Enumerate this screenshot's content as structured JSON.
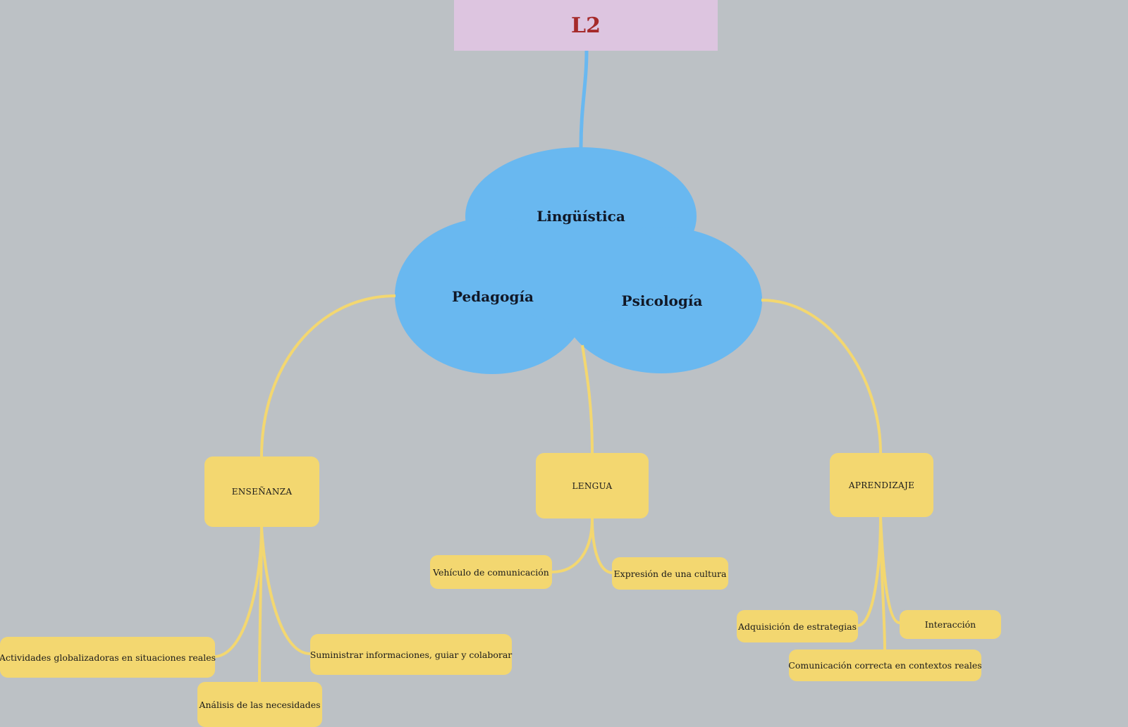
{
  "root": {
    "title": "L2"
  },
  "center": {
    "top": "Lingüística",
    "left": "Pedagogía",
    "right": "Psicología"
  },
  "branches": {
    "ensenanza": {
      "label": "ENSEÑANZA",
      "children": {
        "actividades": "Actividades globalizadoras en situaciones reales",
        "analisis": "Análisis de las necesidades",
        "suministrar": "Suministrar informaciones, guiar y colaborar"
      }
    },
    "lengua": {
      "label": "LENGUA",
      "children": {
        "vehiculo": "Vehículo de comunicación",
        "expresion": "Expresión de una cultura"
      }
    },
    "aprendizaje": {
      "label": "APRENDIZAJE",
      "children": {
        "adquisicion": "Adquisición de estrategias",
        "interaccion": "Interacción",
        "comunicacion": "Comunicación correcta en contextos reales"
      }
    }
  },
  "colors": {
    "background": "#bcc1c5",
    "root": "#ddc5e0",
    "root_text": "#a52a2a",
    "cloud": "#69b8f0",
    "node": "#f3d770",
    "root_link": "#69b8f0"
  }
}
